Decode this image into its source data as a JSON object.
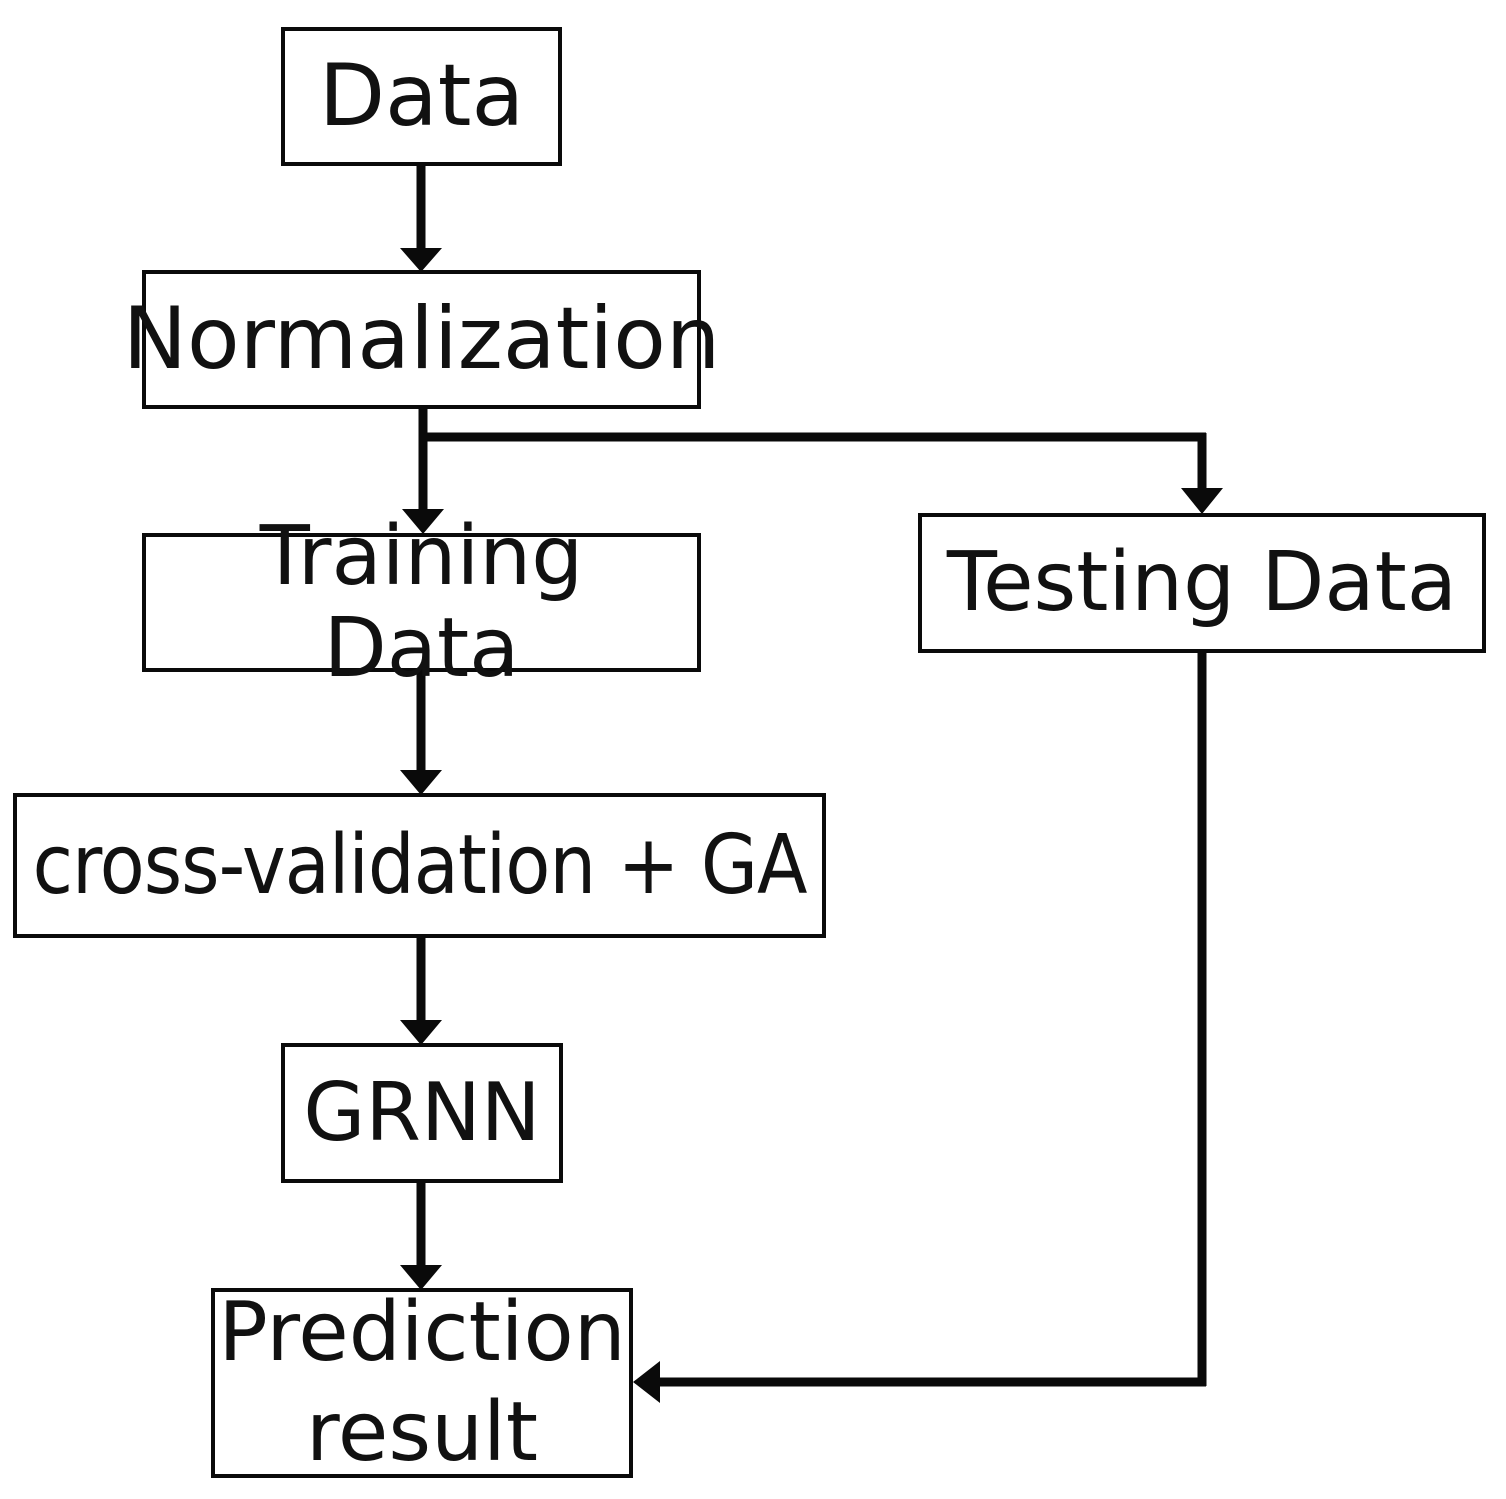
{
  "diagram": {
    "title": "GRNN prediction workflow flowchart",
    "background_color": "#ffffff",
    "stroke_color": "#0a0a0a",
    "text_color": "#111111",
    "nodes": [
      {
        "id": "data",
        "label": "Data"
      },
      {
        "id": "normalization",
        "label": "Normalization"
      },
      {
        "id": "training",
        "label": "Training Data"
      },
      {
        "id": "testing",
        "label": "Testing Data"
      },
      {
        "id": "crossval",
        "label": "cross-validation + GA"
      },
      {
        "id": "grnn",
        "label": "GRNN"
      },
      {
        "id": "prediction",
        "label": "Prediction\nresult"
      }
    ],
    "edges": [
      {
        "id": "e1",
        "from": "data",
        "to": "normalization",
        "style": "straight-down"
      },
      {
        "id": "e2",
        "from": "normalization",
        "to": "training",
        "style": "straight-down"
      },
      {
        "id": "e3",
        "from": "normalization",
        "to": "testing",
        "style": "branch-right-down"
      },
      {
        "id": "e4",
        "from": "training",
        "to": "crossval",
        "style": "straight-down"
      },
      {
        "id": "e5",
        "from": "crossval",
        "to": "grnn",
        "style": "straight-down"
      },
      {
        "id": "e6",
        "from": "grnn",
        "to": "prediction",
        "style": "straight-down"
      },
      {
        "id": "e7",
        "from": "testing",
        "to": "prediction",
        "style": "down-then-left"
      }
    ]
  }
}
